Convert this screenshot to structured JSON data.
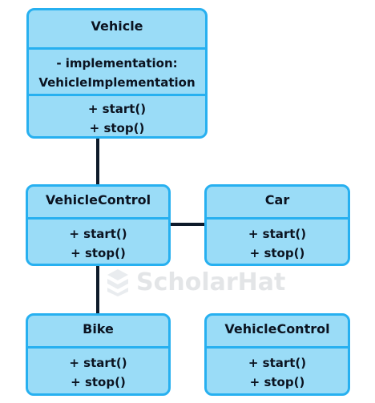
{
  "diagram": {
    "vehicle": {
      "name": "Vehicle",
      "attribute_lines": [
        "- implementation:",
        "VehicleImplementation"
      ],
      "methods": [
        "+ start()",
        "+ stop()"
      ]
    },
    "vehicle_control": {
      "name": "VehicleControl",
      "methods": [
        "+ start()",
        "+ stop()"
      ]
    },
    "car": {
      "name": "Car",
      "methods": [
        "+ start()",
        "+ stop()"
      ]
    },
    "bike": {
      "name": "Bike",
      "methods": [
        "+ start()",
        "+ stop()"
      ]
    },
    "vehicle_control_2": {
      "name": "VehicleControl",
      "methods": [
        "+ start()",
        "+ stop()"
      ]
    }
  },
  "watermark": {
    "text": "ScholarHat",
    "colors": {
      "icon": "#8a9aa8",
      "text": "#6a7480"
    }
  },
  "colors": {
    "box_fill": "#9adcf7",
    "box_border": "#27b0f0",
    "connector": "#0e1a2a",
    "text": "#0b1320"
  }
}
